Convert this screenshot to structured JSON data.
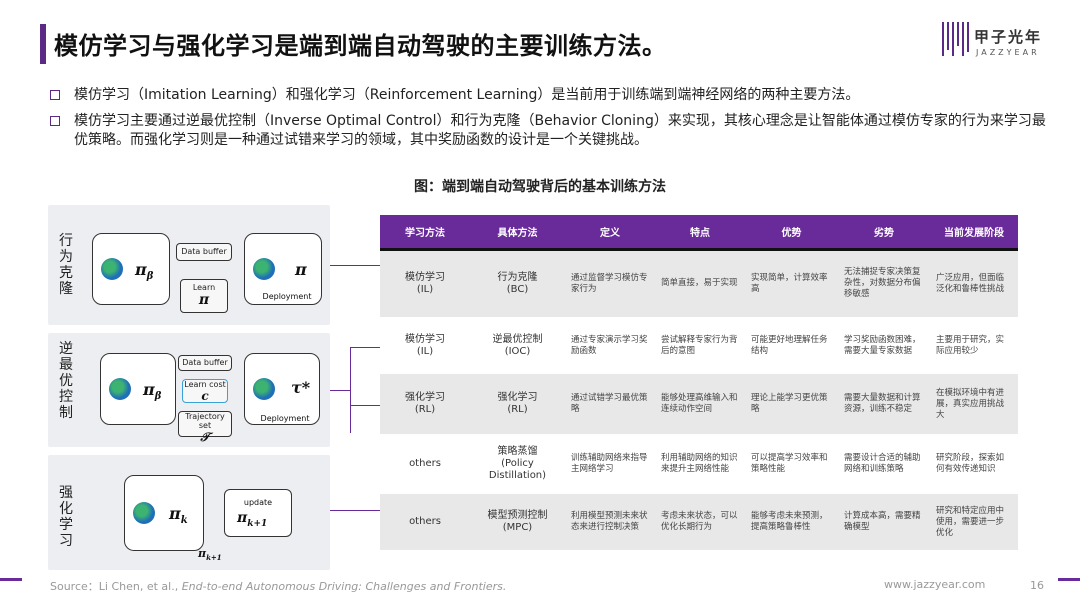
{
  "title": "模仿学习与强化学习是端到端自动驾驶的主要训练方法。",
  "logo": {
    "cn": "甲子光年",
    "en": "JAZZYEAR"
  },
  "bullets": [
    "模仿学习（Imitation Learning）和强化学习（Reinforcement Learning）是当前用于训练端到端神经网络的两种主要方法。",
    "模仿学习主要通过逆最优控制（Inverse Optimal Control）和行为克隆（Behavior Cloning）来实现，其核心理念是让智能体通过模仿专家的行为来学习最优策略。而强化学习则是一种通过试错来学习的领域，其中奖励函数的设计是一个关键挑战。"
  ],
  "figure_caption": "图：端到端自动驾驶背后的基本训练方法",
  "diagram": {
    "panels": [
      {
        "label": "行为克隆",
        "buffer": "Data buffer",
        "learn": "Learn",
        "deploy": "Deployment",
        "pi_beta": "π",
        "pi_beta_sub": "β",
        "pi_learn": "π",
        "pi_deploy": "π"
      },
      {
        "label": "逆最优控制",
        "buffer": "Data buffer",
        "learn_cost": "Learn cost",
        "cost_symbol": "c",
        "trajectory": "Trajectory set",
        "traj_symbol": "𝒯",
        "deploy": "Deployment",
        "pi_beta": "π",
        "pi_beta_sub": "β",
        "tau": "τ*"
      },
      {
        "label": "强化学习",
        "update": "update",
        "pi_k": "π",
        "pi_k_sub": "k",
        "pi_k1": "π",
        "pi_k1_sub": "k+1"
      }
    ]
  },
  "table": {
    "headers": [
      "学习方法",
      "具体方法",
      "定义",
      "特点",
      "优势",
      "劣势",
      "当前发展阶段"
    ],
    "rows": [
      [
        "模仿学习\n(IL)",
        "行为克隆\n(BC)",
        "通过监督学习模仿专家行为",
        "简单直接，易于实现",
        "实现简单，计算效率高",
        "无法捕捉专家决策复杂性，对数据分布偏移敏感",
        "广泛应用，但面临泛化和鲁棒性挑战"
      ],
      [
        "模仿学习\n(IL)",
        "逆最优控制\n(IOC)",
        "通过专家演示学习奖励函数",
        "尝试解释专家行为背后的意图",
        "可能更好地理解任务结构",
        "学习奖励函数困难，需要大量专家数据",
        "主要用于研究，实际应用较少"
      ],
      [
        "强化学习\n(RL)",
        "强化学习\n(RL)",
        "通过试错学习最优策略",
        "能够处理高维输入和连续动作空间",
        "理论上能学习更优策略",
        "需要大量数据和计算资源，训练不稳定",
        "在模拟环境中有进展，真实应用挑战大"
      ],
      [
        "others",
        "策略蒸馏\n(Policy\nDistillation)",
        "训练辅助网络来指导主网络学习",
        "利用辅助网络的知识来提升主网络性能",
        "可以提高学习效率和策略性能",
        "需要设计合适的辅助网络和训练策略",
        "研究阶段，探索如何有效传递知识"
      ],
      [
        "others",
        "模型预测控制\n(MPC)",
        "利用模型预测未来状态来进行控制决策",
        "考虑未来状态，可以优化长期行为",
        "能够考虑未来预测，提高策略鲁棒性",
        "计算成本高，需要精确模型",
        "研究和特定应用中使用，需要进一步优化"
      ]
    ]
  },
  "footer": {
    "source_prefix": "Source：Li Chen, et al., ",
    "source_title": "End-to-end Autonomous Driving: Challenges and Frontiers.",
    "site": "www.jazzyear.com",
    "page": "16"
  },
  "colors": {
    "accent": "#6a2b9a",
    "row_gray": "#e8e8e8"
  }
}
